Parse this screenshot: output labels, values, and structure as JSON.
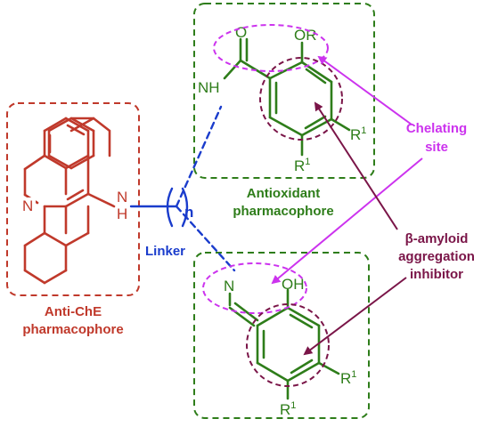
{
  "colors": {
    "red": "#c0392b",
    "green": "#2e7d1a",
    "blue": "#1a3ccc",
    "magenta": "#cc33ee",
    "maroon": "#7a1548"
  },
  "labels": {
    "anti_che_line1": "Anti-ChE",
    "anti_che_line2": "pharmacophore",
    "antioxidant_line1": "Antioxidant",
    "antioxidant_line2": "pharmacophore",
    "linker": "Linker",
    "chelating_line1": "Chelating",
    "chelating_line2": "site",
    "beta_line1": "β-amyloid",
    "beta_line2": "aggregation",
    "beta_line3": "inhibitor"
  },
  "atoms": {
    "tacrine_n": "N",
    "nh": "H",
    "nh_n": "N",
    "amide_o": "O",
    "amide_nh": "NH",
    "or": "OR",
    "r_top_right": "R",
    "r_top_bottom": "R",
    "imine_n": "N",
    "oh": "OH",
    "r_bot_right": "R",
    "r_bot_bottom": "R",
    "superscript": "1",
    "repeat_n": "n"
  }
}
